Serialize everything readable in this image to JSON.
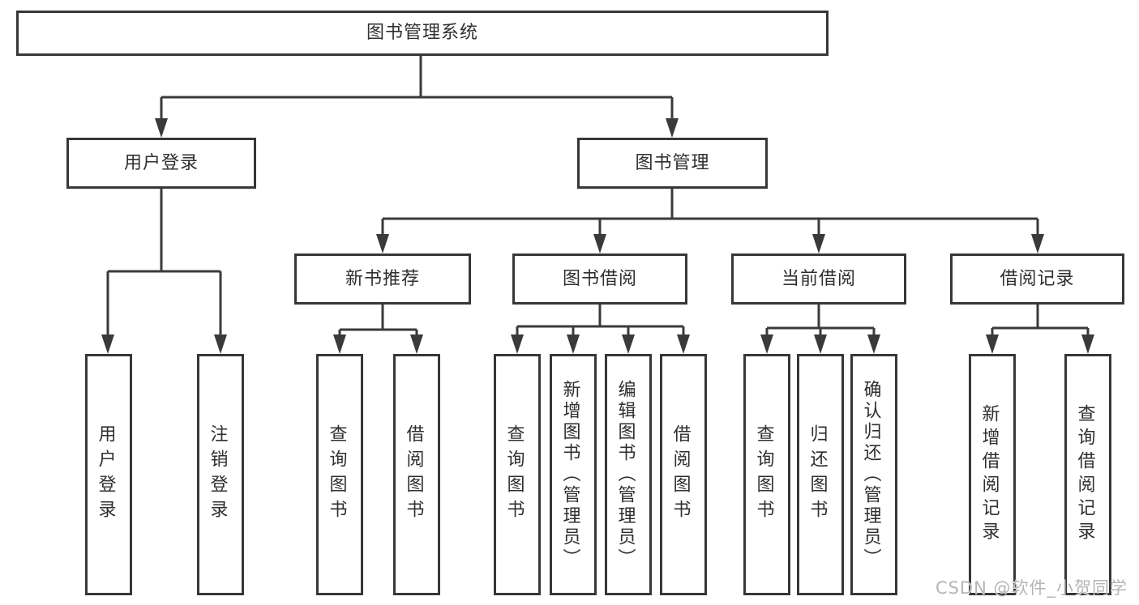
{
  "diagram_type": "hierarchy-tree",
  "tree": {
    "root": {
      "label": "图书管理系统"
    },
    "branches": [
      {
        "label": "用户登录",
        "children": [
          {
            "label": "用户登录"
          },
          {
            "label": "注销登录"
          }
        ]
      },
      {
        "label": "图书管理",
        "children": [
          {
            "label": "新书推荐",
            "children": [
              {
                "label": "查询图书"
              },
              {
                "label": "借阅图书"
              }
            ]
          },
          {
            "label": "图书借阅",
            "children": [
              {
                "label": "查询图书"
              },
              {
                "label": "新增图书（管理员）"
              },
              {
                "label": "编辑图书（管理员）"
              },
              {
                "label": "借阅图书"
              }
            ]
          },
          {
            "label": "当前借阅",
            "children": [
              {
                "label": "查询图书"
              },
              {
                "label": "归还图书"
              },
              {
                "label": "确认归还（管理员）"
              }
            ]
          },
          {
            "label": "借阅记录",
            "children": [
              {
                "label": "新增借阅记录"
              },
              {
                "label": "查询借阅记录"
              }
            ]
          }
        ]
      }
    ]
  },
  "watermark": {
    "text": "CSDN @软件_小贺同学"
  },
  "colors": {
    "background": "#ffffff",
    "box_border": "#373737",
    "connector_line": "#3a3a3a",
    "text": "#2f2f2f",
    "watermark_text": "#b5b5b5"
  }
}
